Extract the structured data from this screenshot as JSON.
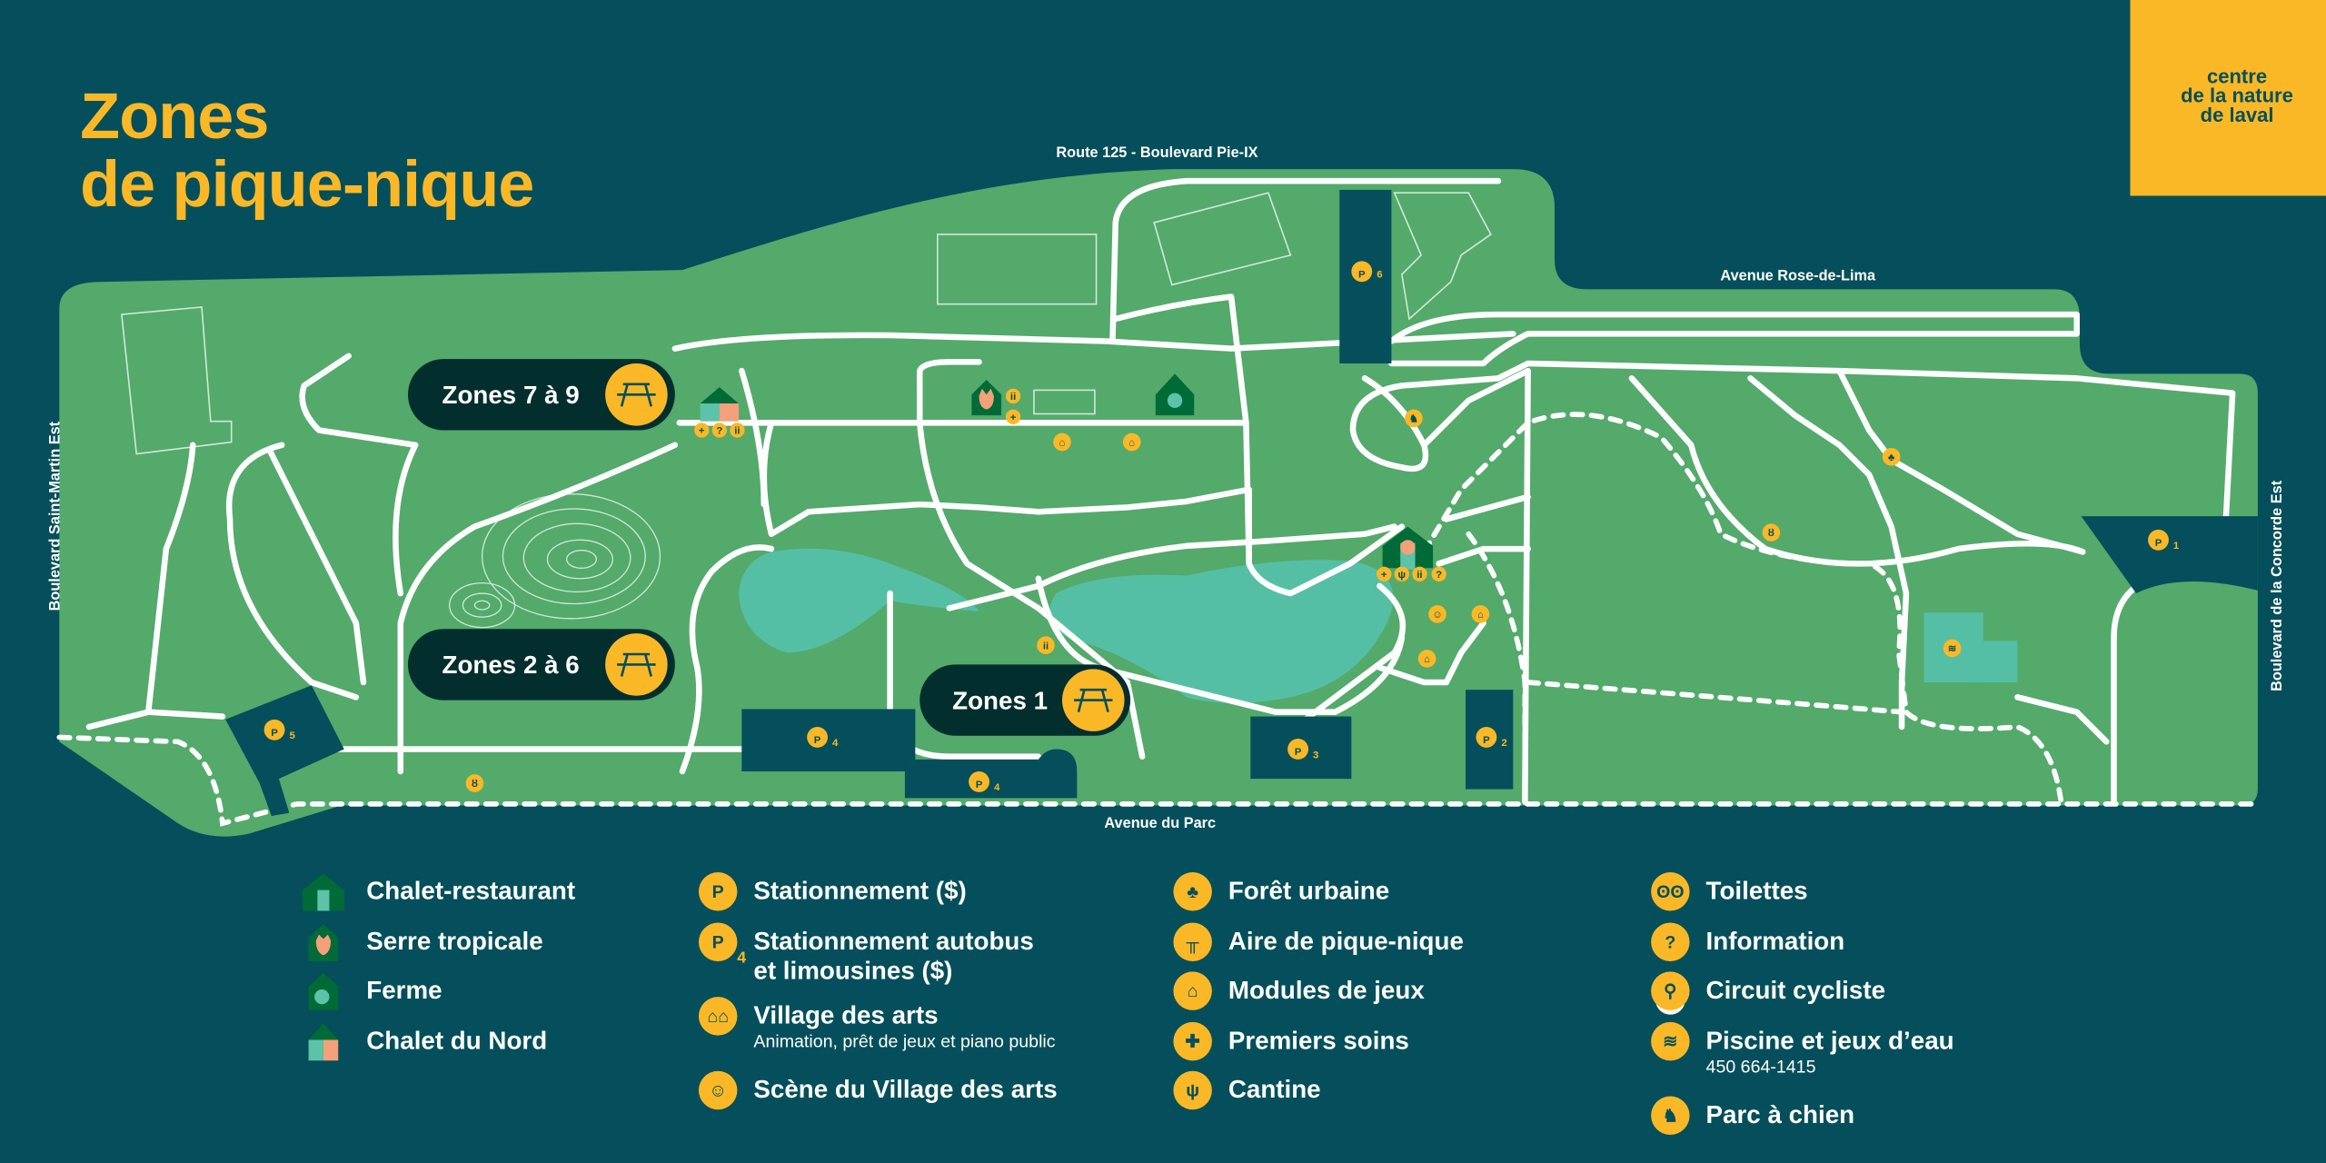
{
  "title": {
    "line1": "Zones",
    "line2": "de pique-nique"
  },
  "logo": {
    "line1": "centre",
    "line2": "de la nature",
    "line3": "de laval"
  },
  "streets": {
    "north": "Route 125 - Boulevard Pie-IX",
    "northeast": "Avenue Rose-de-Lima",
    "west": "Boulevard Saint-Martin Est",
    "east": "Boulevard de la Concorde Est",
    "south": "Avenue du Parc"
  },
  "zones": [
    {
      "label": "Zones 7 à 9"
    },
    {
      "label": "Zones 2 à 6"
    },
    {
      "label": "Zones 1"
    }
  ],
  "parkings": [
    {
      "letter": "P",
      "num": "6"
    },
    {
      "letter": "P",
      "num": "1"
    },
    {
      "letter": "P",
      "num": "5"
    },
    {
      "letter": "P",
      "num": "4"
    },
    {
      "letter": "P",
      "num": "4"
    },
    {
      "letter": "P",
      "num": "3"
    },
    {
      "letter": "P",
      "num": "2"
    }
  ],
  "colors": {
    "background": "#044f5b",
    "park": "#53aa6b",
    "water": "#55bfa5",
    "accent": "#fbb826",
    "zone_pill": "#032e2e",
    "building": "#016b38"
  },
  "legend": {
    "col1": [
      {
        "icon": "chalet-restaurant-icon",
        "label": "Chalet-restaurant"
      },
      {
        "icon": "serre-tropicale-icon",
        "label": "Serre tropicale"
      },
      {
        "icon": "ferme-icon",
        "label": "Ferme"
      },
      {
        "icon": "chalet-du-nord-icon",
        "label": "Chalet du Nord"
      }
    ],
    "col2": [
      {
        "icon": "parking-icon",
        "glyph": "P",
        "label": "Stationnement ($)"
      },
      {
        "icon": "bus-parking-icon",
        "glyph": "P",
        "sub_num": "4",
        "label": "Stationnement autobus",
        "label2": "et limousines ($)"
      },
      {
        "icon": "village-arts-icon",
        "glyph": "⌂⌂",
        "label": "Village des arts",
        "sub": "Animation, prêt de jeux et piano public"
      },
      {
        "icon": "theatre-masks-icon",
        "glyph": "☺",
        "label": "Scène du Village des arts"
      }
    ],
    "col3": [
      {
        "icon": "tree-icon",
        "glyph": "♣",
        "label": "Forêt urbaine"
      },
      {
        "icon": "picnic-table-icon",
        "glyph": "╥",
        "label": "Aire de pique-nique"
      },
      {
        "icon": "playground-icon",
        "glyph": "⌂",
        "label": "Modules de jeux"
      },
      {
        "icon": "first-aid-icon",
        "glyph": "✚",
        "label": "Premiers soins"
      },
      {
        "icon": "cutlery-icon",
        "glyph": "ψ",
        "label": "Cantine"
      }
    ],
    "col4": [
      {
        "icon": "toilets-icon",
        "glyph": "ʘʘ",
        "label": "Toilettes"
      },
      {
        "icon": "info-icon",
        "glyph": "?",
        "label": "Information"
      },
      {
        "icon": "bike-icon",
        "glyph": "⚲",
        "label": "Circuit cycliste"
      },
      {
        "icon": "pool-icon",
        "glyph": "≋",
        "label": "Piscine et jeux d’eau",
        "sub": "450 664-1415"
      },
      {
        "icon": "dog-icon",
        "glyph": "♞",
        "label": "Parc à chien"
      }
    ]
  }
}
